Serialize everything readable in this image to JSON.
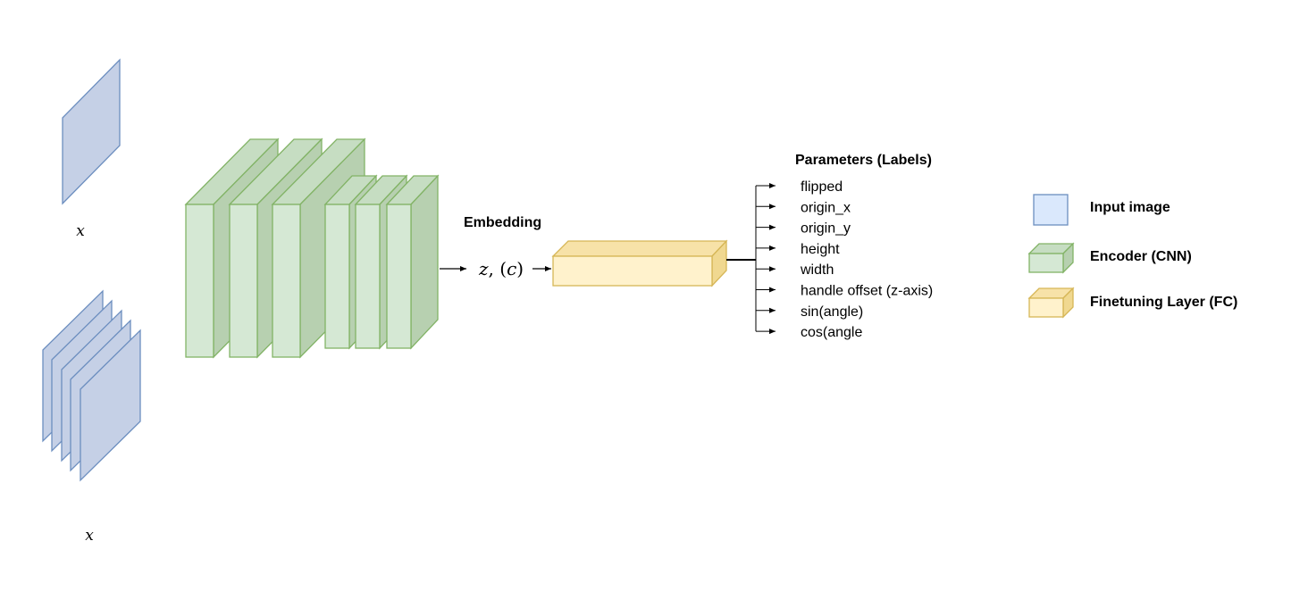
{
  "input_label_top": "x",
  "input_label_bottom": "x",
  "embedding": {
    "title": "Embedding",
    "z": "z",
    "sep": ", ",
    "c_open": "(",
    "c": "c",
    "c_close": ")"
  },
  "parameters": {
    "title": "Parameters (Labels)",
    "items": [
      "flipped",
      "origin_x",
      "origin_y",
      "height",
      "width",
      "handle offset (z-axis)",
      "sin(angle)",
      "cos(angle"
    ]
  },
  "legend": {
    "items": [
      {
        "label": "Input image",
        "fill": "#dae8fc",
        "stroke": "#6c8ebf"
      },
      {
        "label": "Encoder (CNN)",
        "fill": "#d5e8d4",
        "stroke": "#82b366"
      },
      {
        "label": "Finetuning Layer (FC)",
        "fill": "#fff2cc",
        "stroke": "#d6b656"
      }
    ]
  },
  "colors": {
    "input_fill": "#c5d0e6",
    "input_stroke": "#6c8ebf",
    "encoder_front": "#d5e8d4",
    "encoder_side": "#b7d0b0",
    "encoder_top": "#c6ddc2",
    "encoder_stroke": "#82b366",
    "fc_front": "#fff2cc",
    "fc_top": "#f7e2a8",
    "fc_side": "#f0d890",
    "fc_stroke": "#d6b656"
  }
}
